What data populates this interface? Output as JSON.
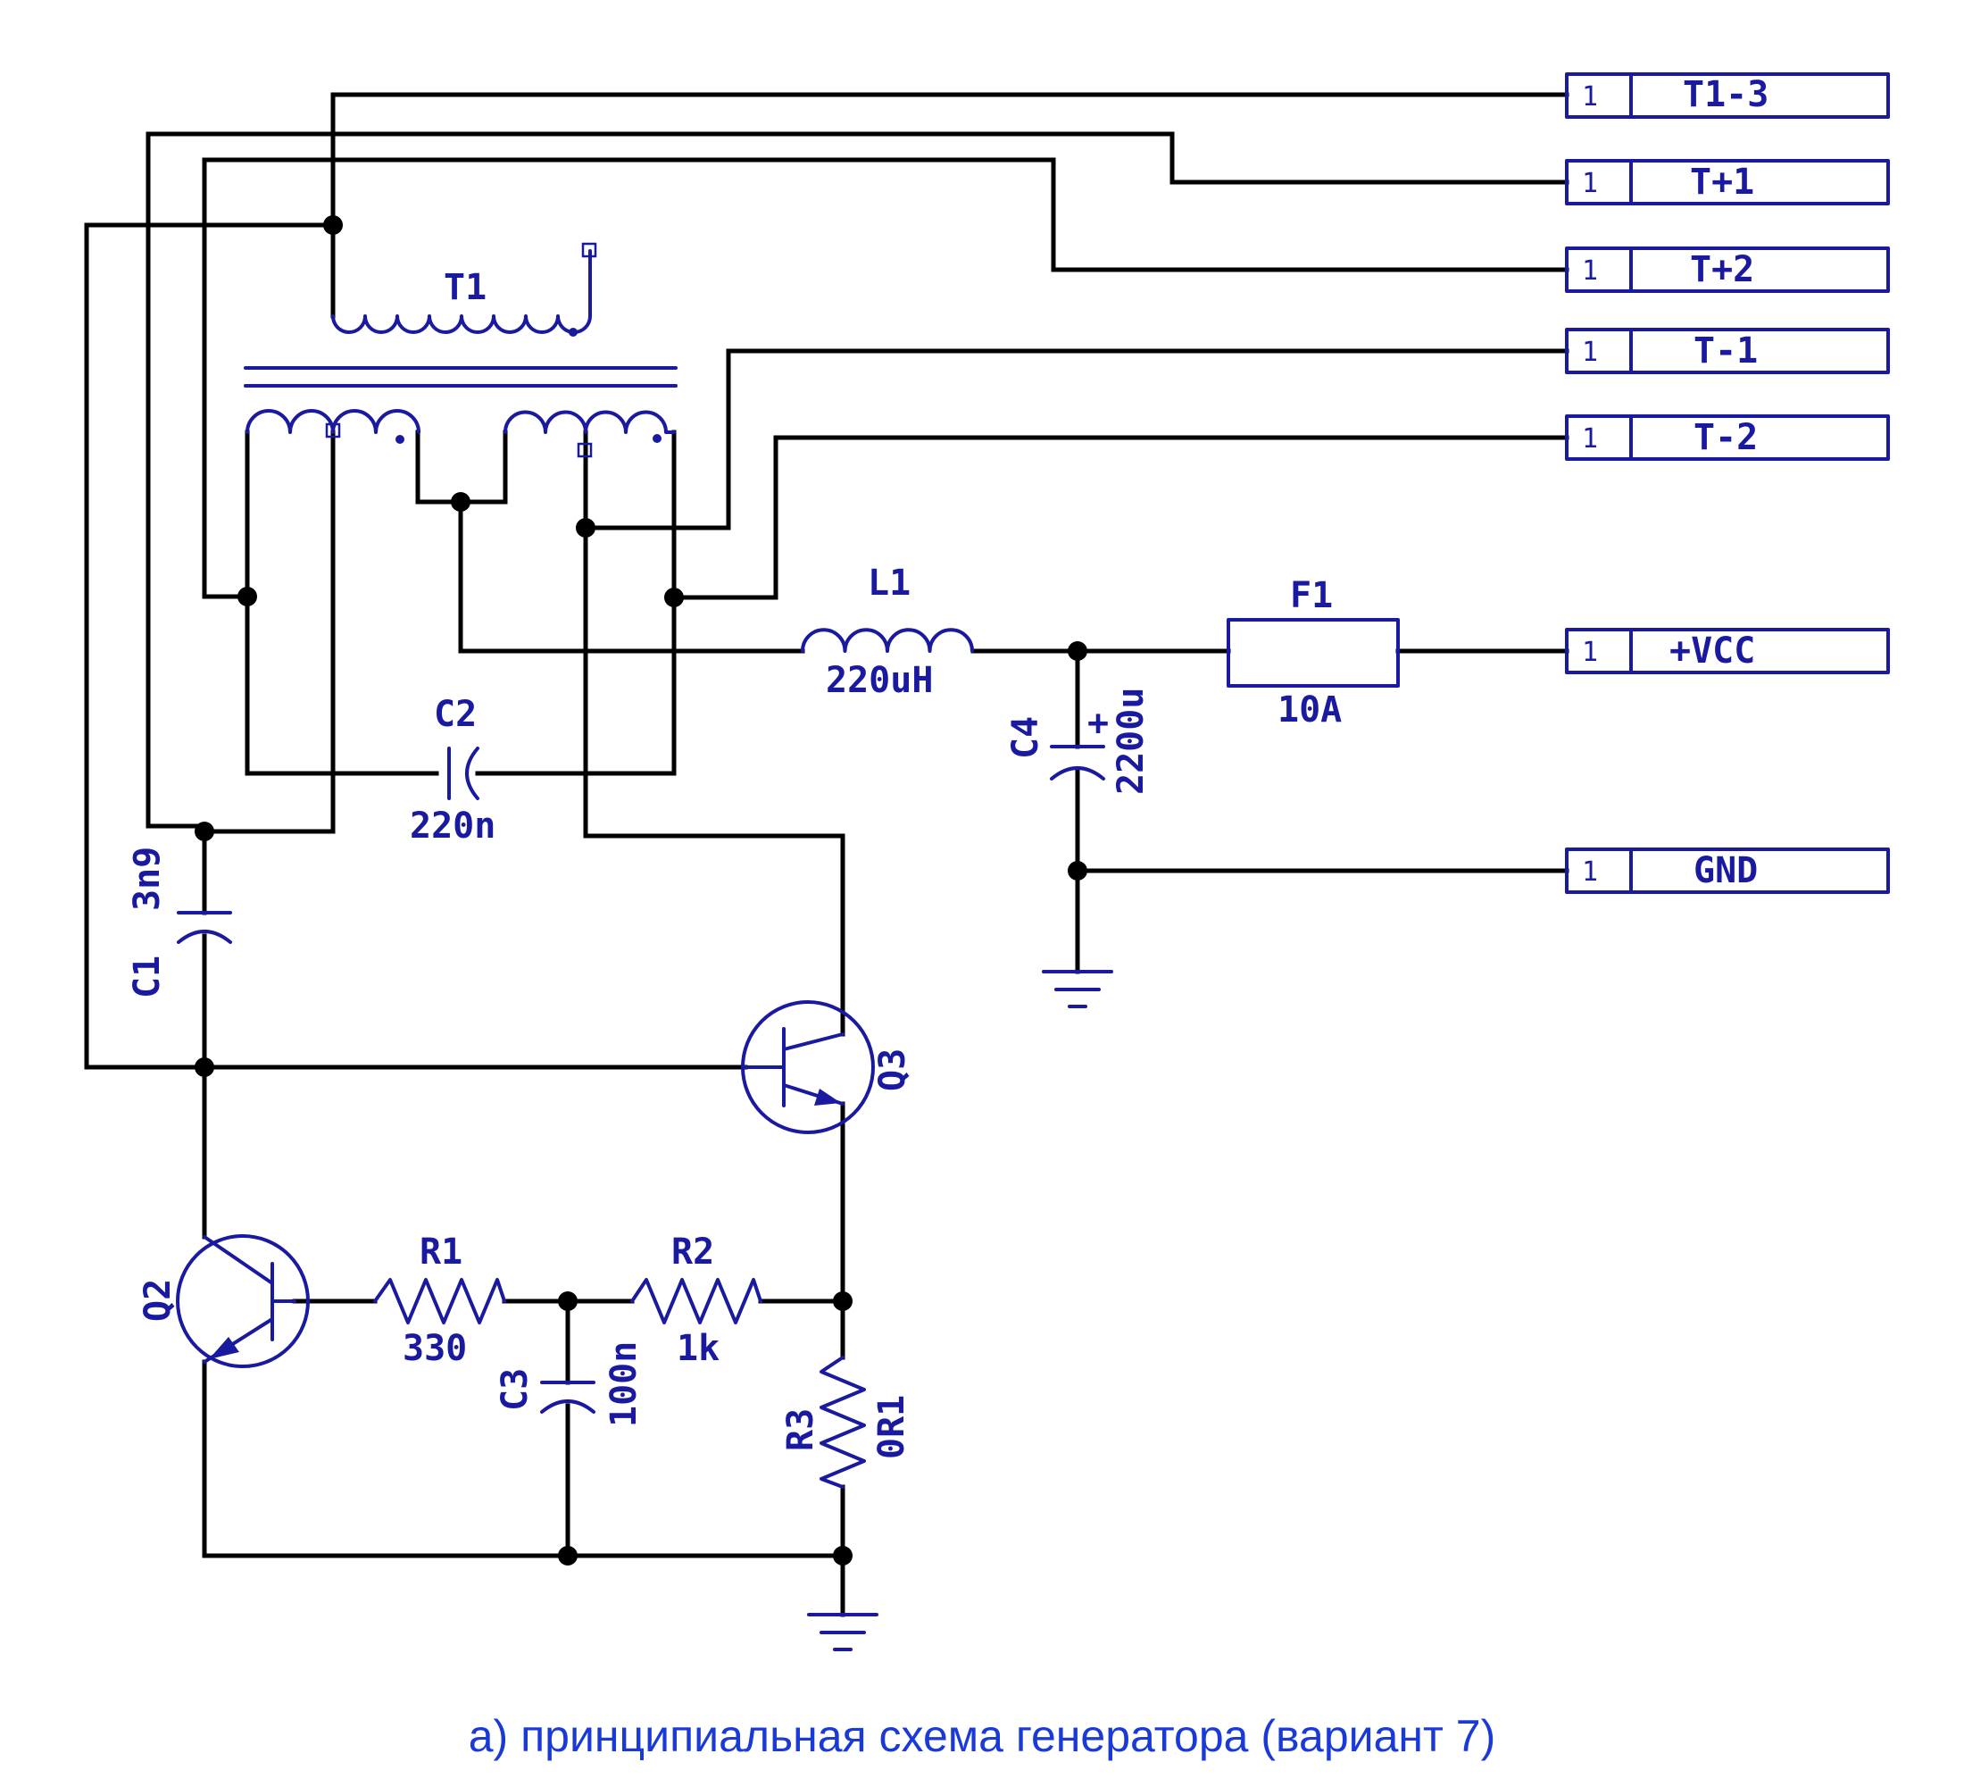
{
  "caption": "а) принципиальная схема генератора (вариант 7)",
  "colors": {
    "wire": "#000000",
    "component": "#1a1aa0",
    "caption": "#1a3ad8"
  },
  "connectors": [
    {
      "id": "conn-t1-3",
      "pin": "1",
      "label": "T1-3"
    },
    {
      "id": "conn-t-plus-1",
      "pin": "1",
      "label": "T+1"
    },
    {
      "id": "conn-t-plus-2",
      "pin": "1",
      "label": "T+2"
    },
    {
      "id": "conn-t-minus-1",
      "pin": "1",
      "label": "T-1"
    },
    {
      "id": "conn-t-minus-2",
      "pin": "1",
      "label": "T-2"
    },
    {
      "id": "conn-vcc",
      "pin": "1",
      "label": "+VCC"
    },
    {
      "id": "conn-gnd",
      "pin": "1",
      "label": "GND"
    }
  ],
  "components": {
    "T1": {
      "ref": "T1"
    },
    "L1": {
      "ref": "L1",
      "value": "220uH"
    },
    "F1": {
      "ref": "F1",
      "value": "10A"
    },
    "C1": {
      "ref": "C1",
      "value": "3n9"
    },
    "C2": {
      "ref": "C2",
      "value": "220n"
    },
    "C3": {
      "ref": "C3",
      "value": "100n"
    },
    "C4": {
      "ref": "C4",
      "value": "2200u",
      "polarity": "+"
    },
    "R1": {
      "ref": "R1",
      "value": "330"
    },
    "R2": {
      "ref": "R2",
      "value": "1k"
    },
    "R3": {
      "ref": "R3",
      "value": "0R1"
    },
    "Q2": {
      "ref": "Q2"
    },
    "Q3": {
      "ref": "Q3"
    }
  }
}
